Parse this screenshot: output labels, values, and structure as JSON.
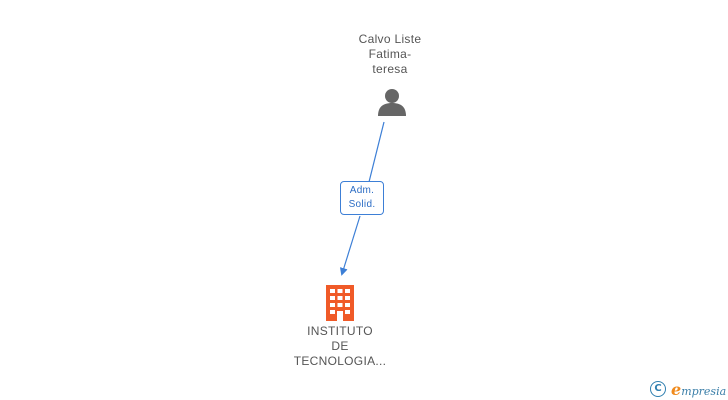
{
  "person": {
    "name_lines": [
      "Calvo Liste",
      "Fatima-",
      "teresa"
    ],
    "icon": "person-icon",
    "icon_color": "#666666"
  },
  "relation": {
    "label_lines": [
      "Adm.",
      "Solid."
    ],
    "color": "#3d7fd6"
  },
  "company": {
    "name_lines": [
      "INSTITUTO",
      "DE",
      "TECNOLOGIA..."
    ],
    "icon": "building-icon",
    "icon_color": "#f05a28"
  },
  "brand": {
    "copyright_symbol": "C",
    "name_first": "e",
    "name_rest": "mpresia",
    "colors": {
      "first": "#f08a1c",
      "rest": "#3a7ea8"
    }
  }
}
